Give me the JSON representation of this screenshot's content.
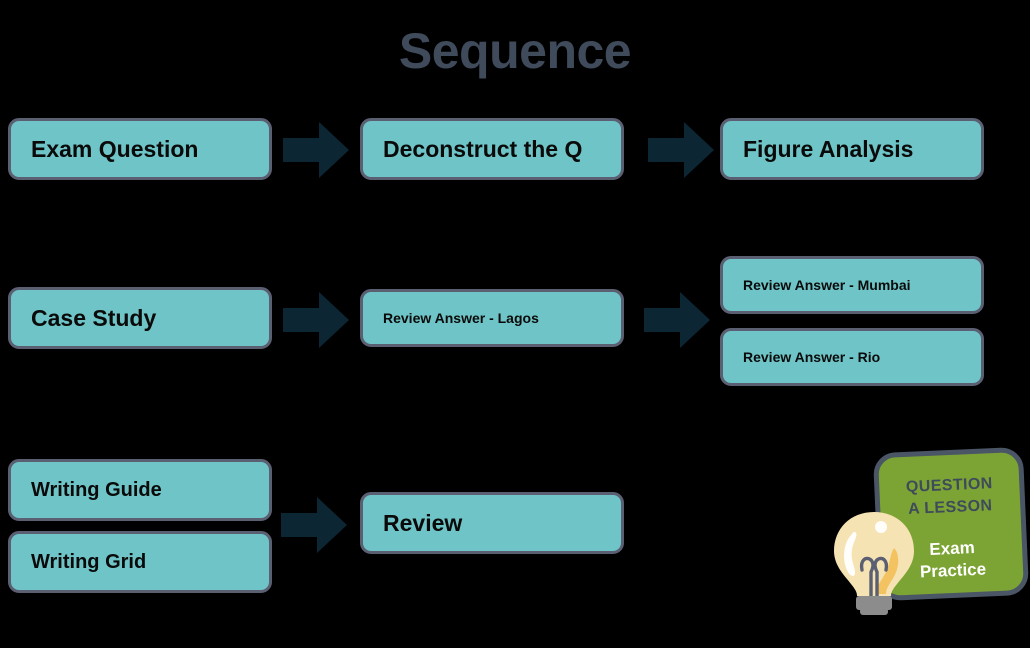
{
  "title": "Sequence",
  "theme": {
    "background": "#000000",
    "box_fill": "#6EC4C6",
    "box_border": "#5b5f72",
    "arrow_color": "#0c2634",
    "title_color": "#3f4a5a",
    "logo_green": "#7CA434",
    "logo_border": "#4a5565",
    "logo_text_dark": "#3f4a5a",
    "logo_text_light": "#ffffff",
    "bulb_glass": "#F6E3B4",
    "bulb_base": "#8C8C8C"
  },
  "rows": [
    {
      "id": "row-1",
      "boxes": [
        {
          "label": "Exam Question",
          "size": "big"
        },
        {
          "label": "Deconstruct the Q",
          "size": "big"
        },
        {
          "label": "Figure Analysis",
          "size": "big"
        }
      ],
      "arrows": [
        "arrow-right",
        "arrow-right"
      ]
    },
    {
      "id": "row-2",
      "boxes": [
        {
          "label": "Case Study",
          "size": "big"
        },
        {
          "label": "Review Answer - Lagos",
          "size": "small"
        },
        {
          "label": "Review Answer - Mumbai",
          "size": "small"
        },
        {
          "label": "Review Answer - Rio",
          "size": "small"
        }
      ],
      "arrows": [
        "arrow-right",
        "arrow-right"
      ]
    },
    {
      "id": "row-3",
      "boxes": [
        {
          "label": "Writing Guide",
          "size": "mid"
        },
        {
          "label": "Writing Grid",
          "size": "mid"
        },
        {
          "label": "Review",
          "size": "big"
        }
      ],
      "arrows": [
        "arrow-right"
      ]
    }
  ],
  "logo": {
    "line1": "QUESTION",
    "line2": "A LESSON",
    "line3": "Exam",
    "line4": "Practice",
    "icon": "lightbulb-icon"
  }
}
